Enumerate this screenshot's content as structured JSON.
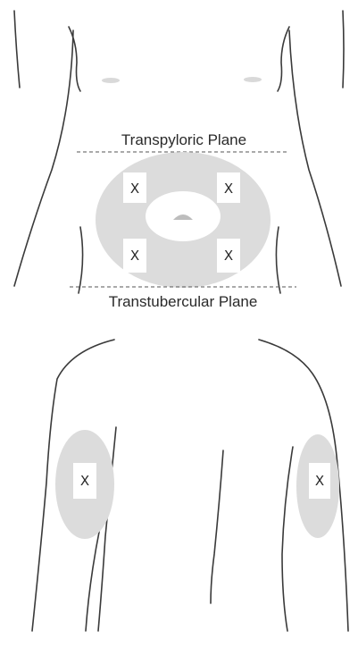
{
  "planes": {
    "upper": "Transpyloric Plane",
    "lower": "Transtubercular Plane"
  },
  "marks": {
    "abdomen_upper_left": "X",
    "abdomen_upper_right": "X",
    "abdomen_lower_left": "X",
    "abdomen_lower_right": "X",
    "left_arm": "X",
    "right_arm": "X"
  },
  "colors": {
    "injection_zone": "#dcdcdc",
    "outline": "#3a3a3a"
  }
}
